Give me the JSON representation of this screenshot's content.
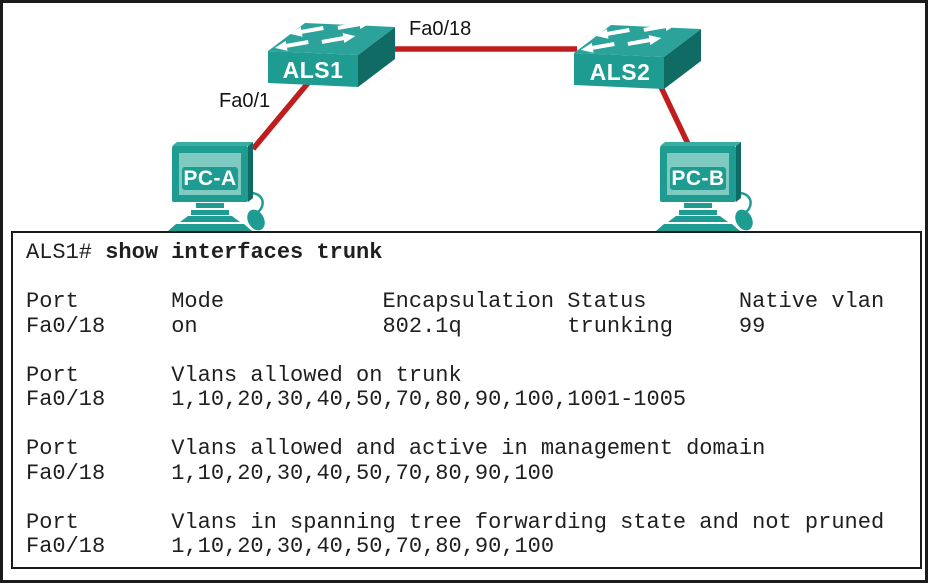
{
  "colors": {
    "device_teal": "#1F9C92",
    "device_teal_top": "#2CA39A",
    "device_teal_dark": "#0F6B63",
    "screen_teal": "#7FCBC2",
    "link_red": "#C01E1E",
    "border_black": "#1b1b1b"
  },
  "diagram": {
    "switches": [
      {
        "label": "ALS1"
      },
      {
        "label": "ALS2"
      }
    ],
    "pcs": [
      {
        "label": "PC-A"
      },
      {
        "label": "PC-B"
      }
    ],
    "port_labels": [
      {
        "label": "Fa0/18"
      },
      {
        "label": "Fa0/1"
      }
    ]
  },
  "terminal": {
    "prompt": "ALS1# ",
    "command": "show interfaces trunk",
    "trunk_table": {
      "headers": [
        "Port",
        "Mode",
        "Encapsulation",
        "Status",
        "Native vlan"
      ],
      "rows": [
        [
          "Fa0/18",
          "on",
          "802.1q",
          "trunking",
          "99"
        ]
      ]
    },
    "sections": [
      {
        "col1_header": "Port",
        "col1_value": "Fa0/18",
        "header": "Vlans allowed on trunk",
        "value": "1,10,20,30,40,50,70,80,90,100,1001-1005"
      },
      {
        "col1_header": "Port",
        "col1_value": "Fa0/18",
        "header": "Vlans allowed and active in management domain",
        "value": "1,10,20,30,40,50,70,80,90,100"
      },
      {
        "col1_header": "Port",
        "col1_value": "Fa0/18",
        "header": "Vlans in spanning tree forwarding state and not pruned",
        "value": "1,10,20,30,40,50,70,80,90,100"
      }
    ]
  }
}
